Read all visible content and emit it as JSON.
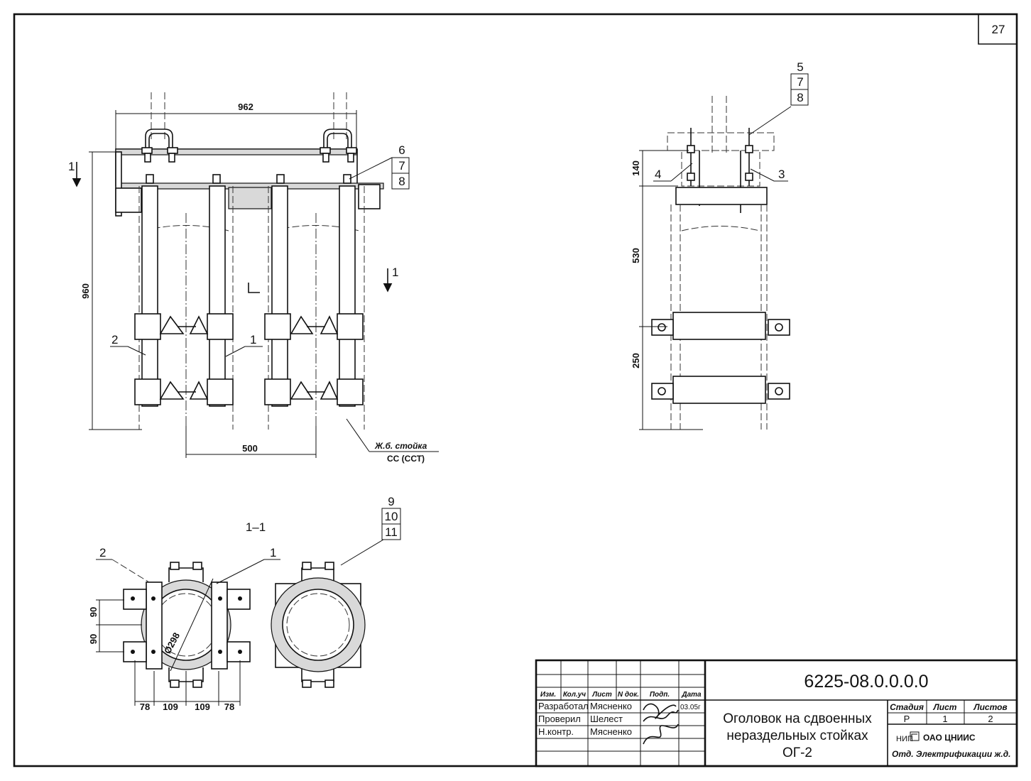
{
  "sheet": {
    "page_number": "27",
    "code": "6225-08.0.0.0.0",
    "title_line1": "Оголовок на сдвоенных",
    "title_line2": "нераздельных стойках",
    "title_line3": "ОГ-2"
  },
  "stamp": {
    "headers": [
      "Изм.",
      "Кол.уч",
      "Лист",
      "N док.",
      "Подп.",
      "Дата"
    ],
    "rows": [
      {
        "role": "Разработал",
        "name": "Мясненко",
        "date": "03.05г"
      },
      {
        "role": "Проверил",
        "name": "Шелест",
        "date": ""
      },
      {
        "role": "Н.контр.",
        "name": "Мясненко",
        "date": ""
      }
    ],
    "stage_label": "Стадия",
    "sheet_label": "Лист",
    "sheets_label": "Листов",
    "stage_value": "Р",
    "sheet_value": "1",
    "sheets_value": "2",
    "org_prefix": "НИП",
    "org_line1": "ОАО ЦНИИС",
    "org_line2": "Отд. Электрификации ж.д."
  },
  "front_view": {
    "dim_top": "962",
    "dim_height": "960",
    "dim_bottom": "500",
    "section_mark_left": "1",
    "section_mark_right": "1",
    "label_1": "1",
    "label_2": "2",
    "callout_6": "6",
    "callout_7": "7",
    "callout_8": "8",
    "note_line1": "Ж.б. стойка",
    "note_line2": "СС (ССТ)"
  },
  "side_view": {
    "dim_140": "140",
    "dim_530": "530",
    "dim_250": "250",
    "label_3": "3",
    "label_4": "4",
    "callout_5": "5",
    "callout_7": "7",
    "callout_8": "8"
  },
  "section_view": {
    "title": "1–1",
    "label_1": "1",
    "label_2": "2",
    "callout_9": "9",
    "callout_10": "10",
    "callout_11": "11",
    "diameter": "Ø298",
    "dim_90a": "90",
    "dim_90b": "90",
    "dim_78a": "78",
    "dim_109a": "109",
    "dim_109b": "109",
    "dim_78b": "78"
  }
}
